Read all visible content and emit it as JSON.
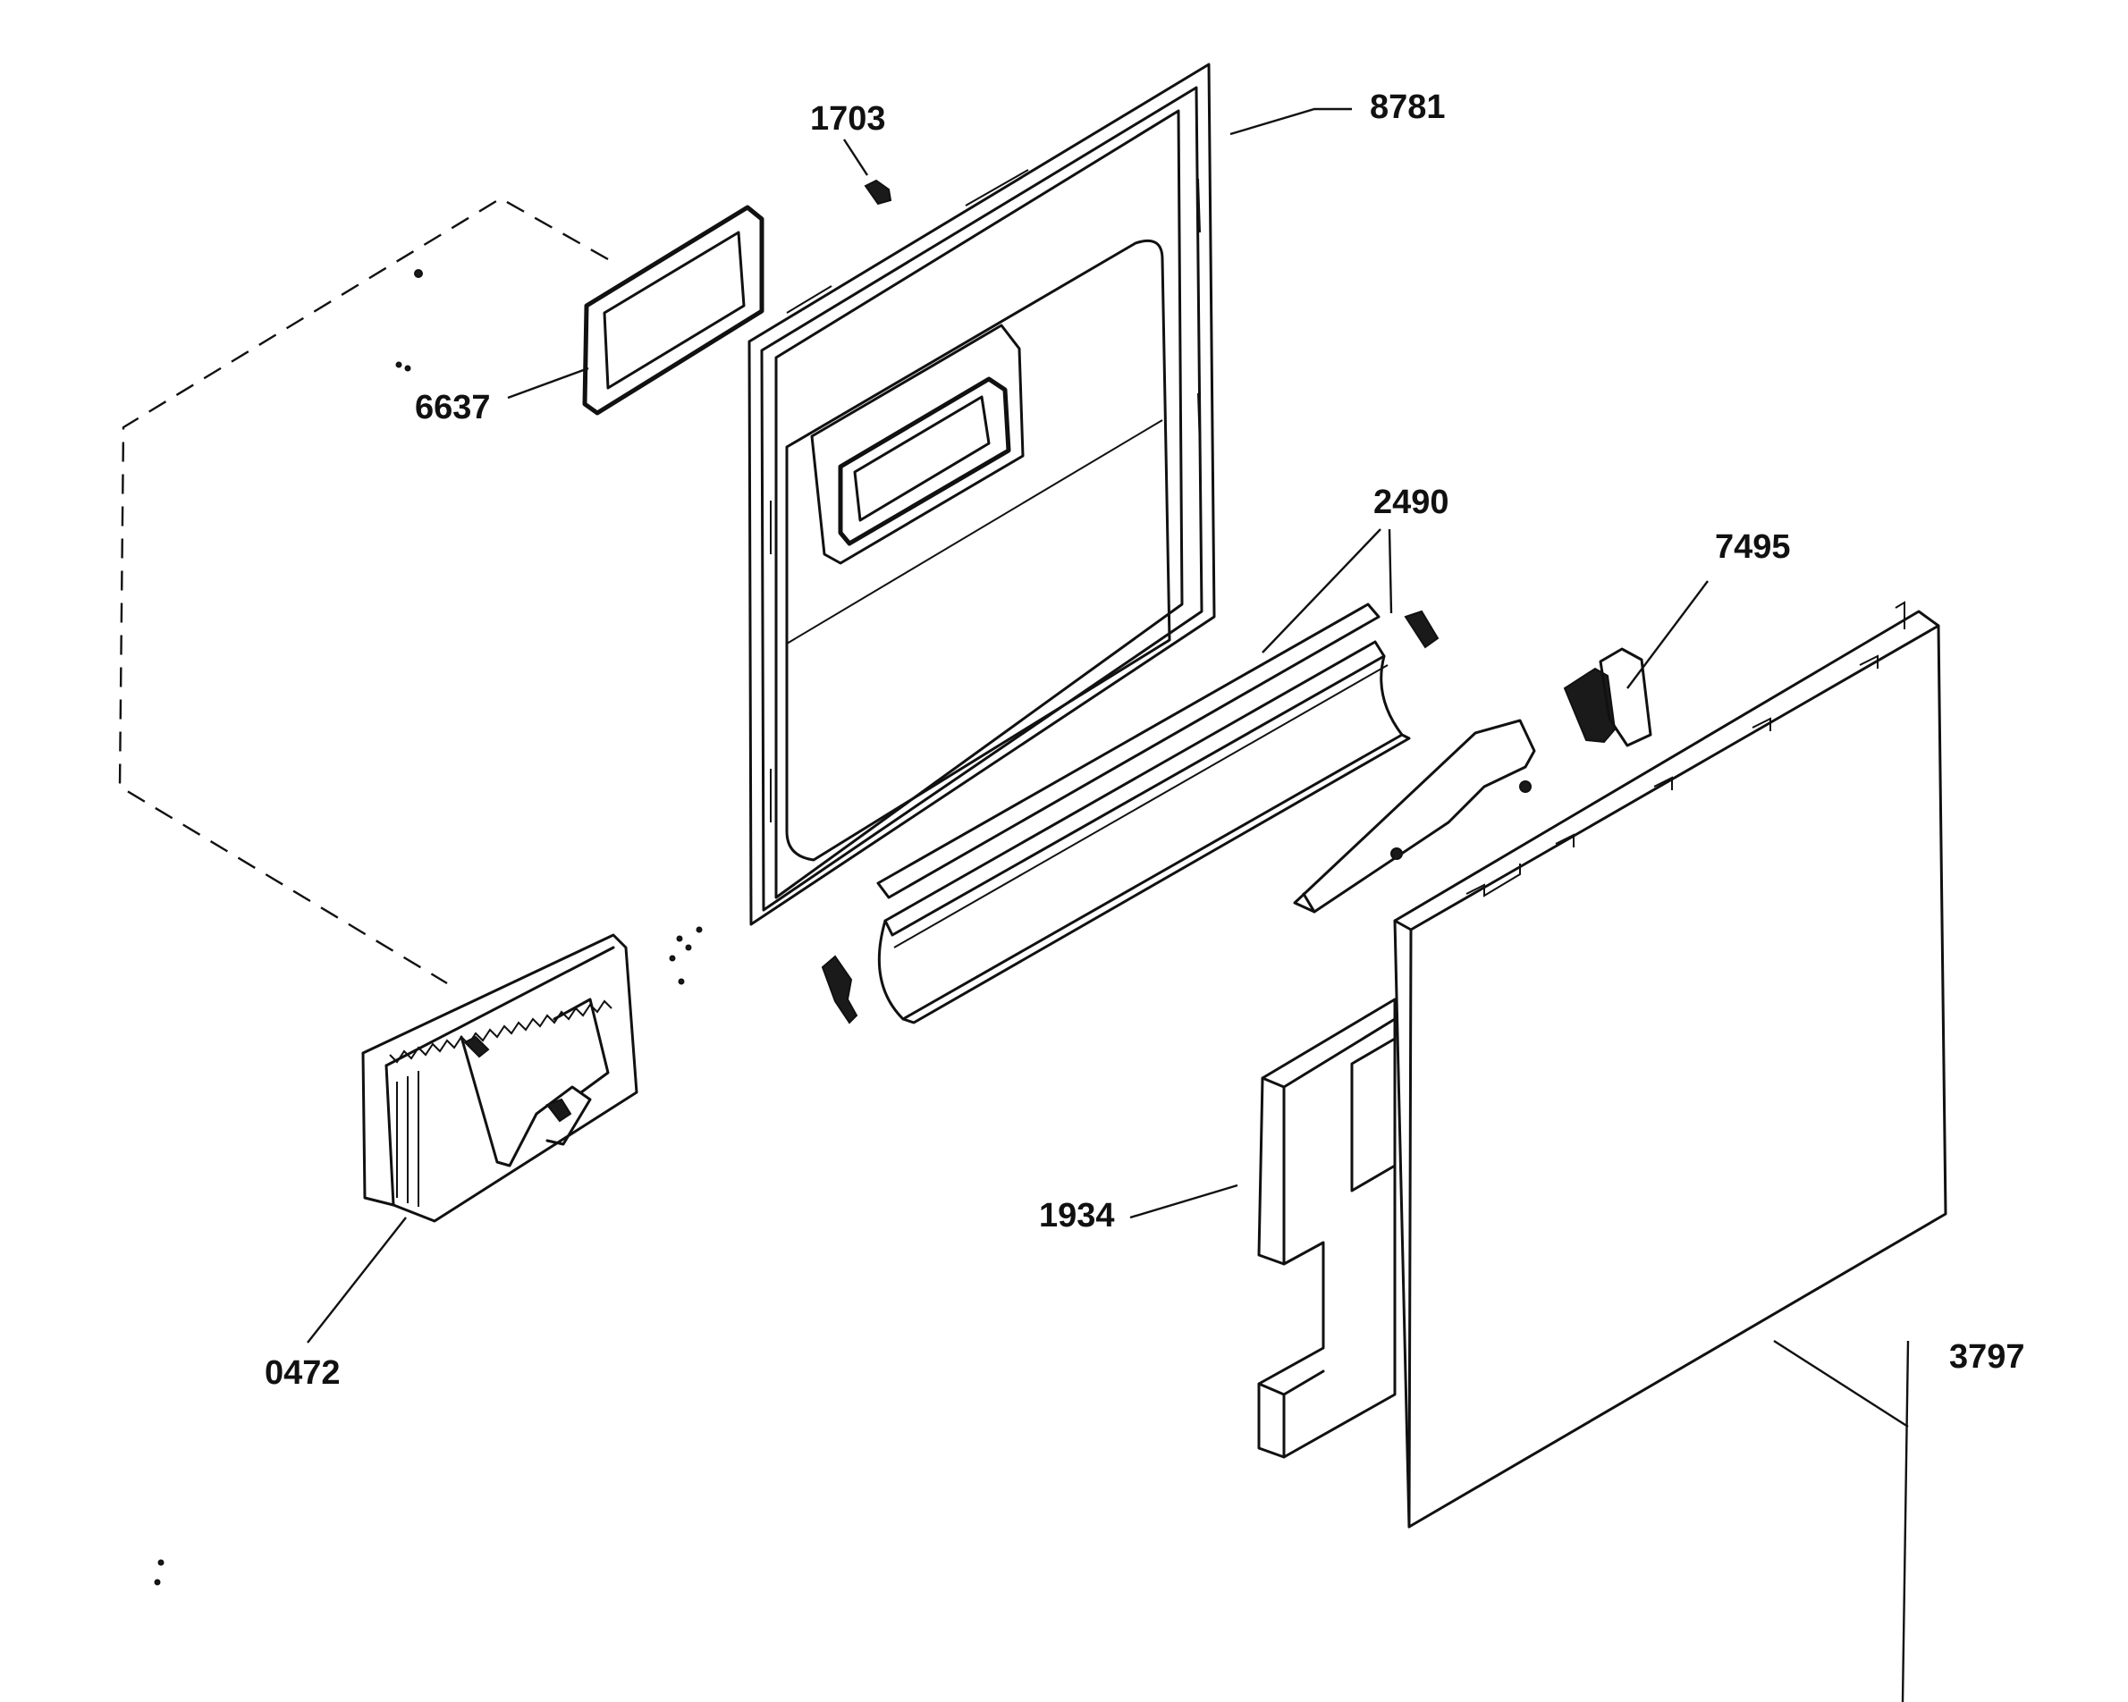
{
  "diagram": {
    "part_numbers": {
      "p8781": "8781",
      "p1703": "1703",
      "p6637": "6637",
      "p2490": "2490",
      "p7495": "7495",
      "p1934": "1934",
      "p0472": "0472",
      "p3797": "3797"
    }
  }
}
